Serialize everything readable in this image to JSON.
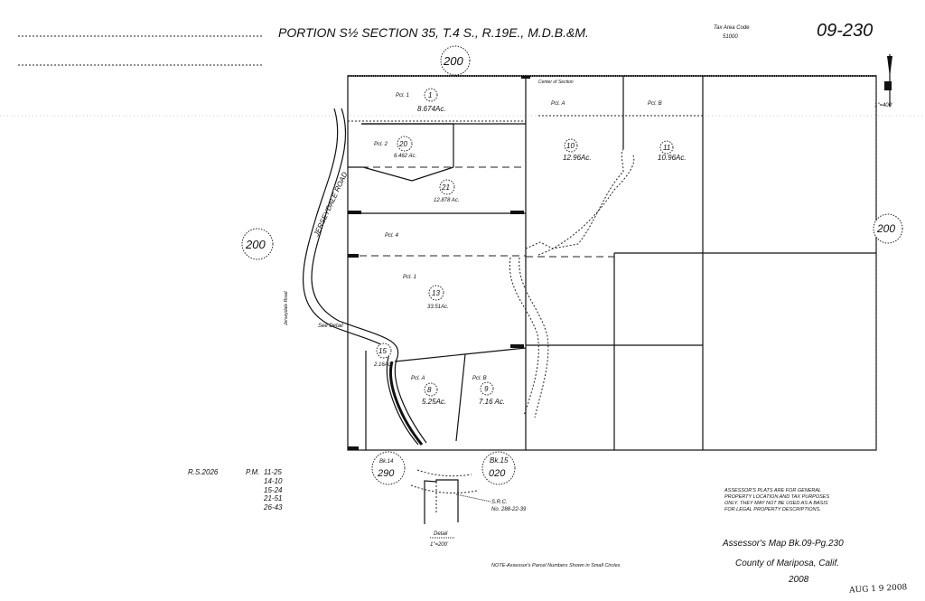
{
  "header": {
    "title": "PORTION S½ SECTION 35, T.4 S., R.19E., M.D.B.&M.",
    "tax_area_label": "Tax Area Code",
    "tax_area_value": "51000",
    "map_number": "09-230"
  },
  "north_arrow": {
    "scale": "1\"=400'"
  },
  "labels": {
    "center_of_section": "Center of Section",
    "road": "JERSEYDALE ROAD",
    "see_detail": "See Detail",
    "road_side_note": "Jerseydale Road"
  },
  "adjacent_blocks": [
    {
      "id": "200-top",
      "number": "200"
    },
    {
      "id": "200-left",
      "number": "200"
    },
    {
      "id": "200-right",
      "number": "200"
    },
    {
      "id": "bk14",
      "book": "Bk.14",
      "number": "290"
    },
    {
      "id": "bk15",
      "book": "Bk.15",
      "number": "020"
    }
  ],
  "parcels": [
    {
      "number": "1",
      "acres": "8.674Ac.",
      "pcl": "Pcl. 1"
    },
    {
      "number": "20",
      "acres": "6.462 Ac.",
      "pcl": "Pcl. 2"
    },
    {
      "number": "21",
      "acres": "12.878 Ac.",
      "pcl": ""
    },
    {
      "number": "10",
      "acres": "12.96Ac.",
      "pcl": "Pcl. A"
    },
    {
      "number": "11",
      "acres": "10.96Ac.",
      "pcl": "Pcl. B"
    },
    {
      "number": "13",
      "acres": "33.51Ac.",
      "pcl": "Pcl. 1",
      "pcl_upper": "Pcl. 4"
    },
    {
      "number": "15",
      "acres": "2.16Ac.",
      "pcl": ""
    },
    {
      "number": "8",
      "acres": "5.25Ac.",
      "pcl": "Pcl. A"
    },
    {
      "number": "9",
      "acres": "7.16 Ac.",
      "pcl": "Pcl. B"
    }
  ],
  "record_refs": {
    "rs": "R.S.2026",
    "pm_label": "P.M.",
    "pm": [
      "11-25",
      "14-10",
      "15-24",
      "21-51",
      "26-43"
    ]
  },
  "detail": {
    "title": "Detail",
    "scale": "1\"=200'",
    "note_line1": "S.R.C.",
    "note_line2": "No. 288-22-39"
  },
  "footer": {
    "note": "NOTE-Assessor's Parcel Numbers Shown in Small Circles.",
    "disclaimer": [
      "ASSESSOR'S PLATS ARE FOR GENERAL",
      "PROPERTY LOCATION AND TAX PURPOSES",
      "ONLY. THEY MAY NOT BE USED AS A BASIS",
      "FOR LEGAL PROPERTY DESCRIPTIONS."
    ],
    "map_ref": "Assessor's Map Bk.09-Pg.230",
    "county": "County of Mariposa, Calif.",
    "year": "2008",
    "stamp": "AUG 1 9 2008"
  }
}
